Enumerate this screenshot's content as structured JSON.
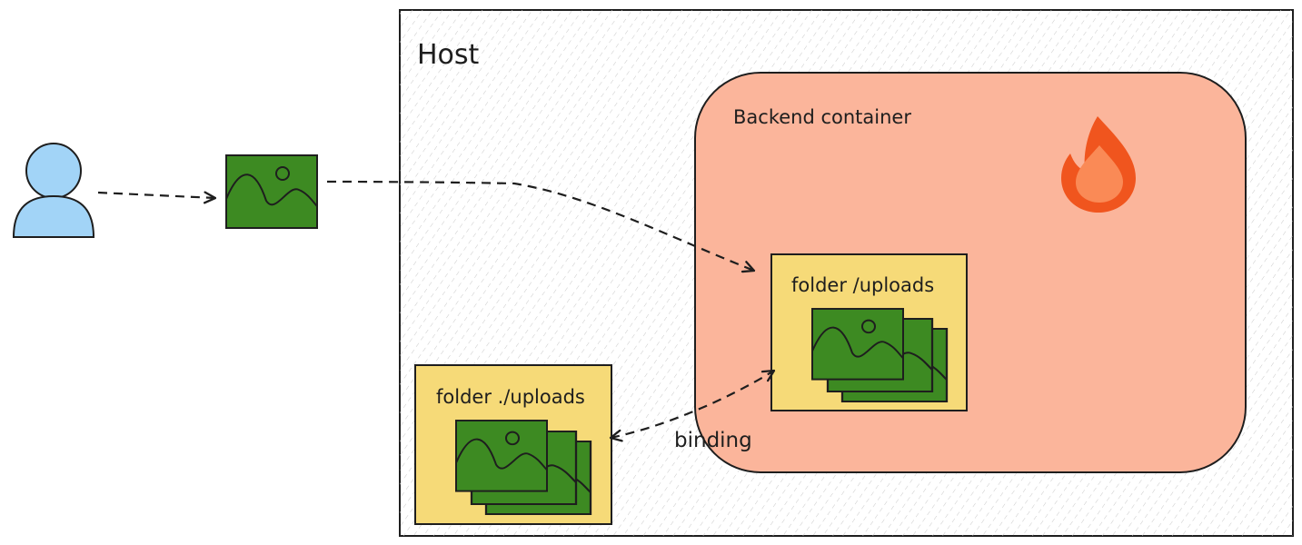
{
  "host": {
    "label": "Host"
  },
  "backend": {
    "label": "Backend container"
  },
  "container_folder": {
    "label": "folder /uploads"
  },
  "host_folder": {
    "label": "folder ./uploads"
  },
  "binding": {
    "label": "binding"
  },
  "colors": {
    "host_fill": "#f5f5f5",
    "container_fill": "#fbb59b",
    "folder_fill": "#f6da78",
    "image_fill": "#3d8a22",
    "user_fill": "#a2d4f7",
    "flame": "#f0551e",
    "stroke": "#1e1e1e"
  },
  "icons": [
    "user-icon",
    "image-icon",
    "flame-icon",
    "image-stack-icon"
  ]
}
